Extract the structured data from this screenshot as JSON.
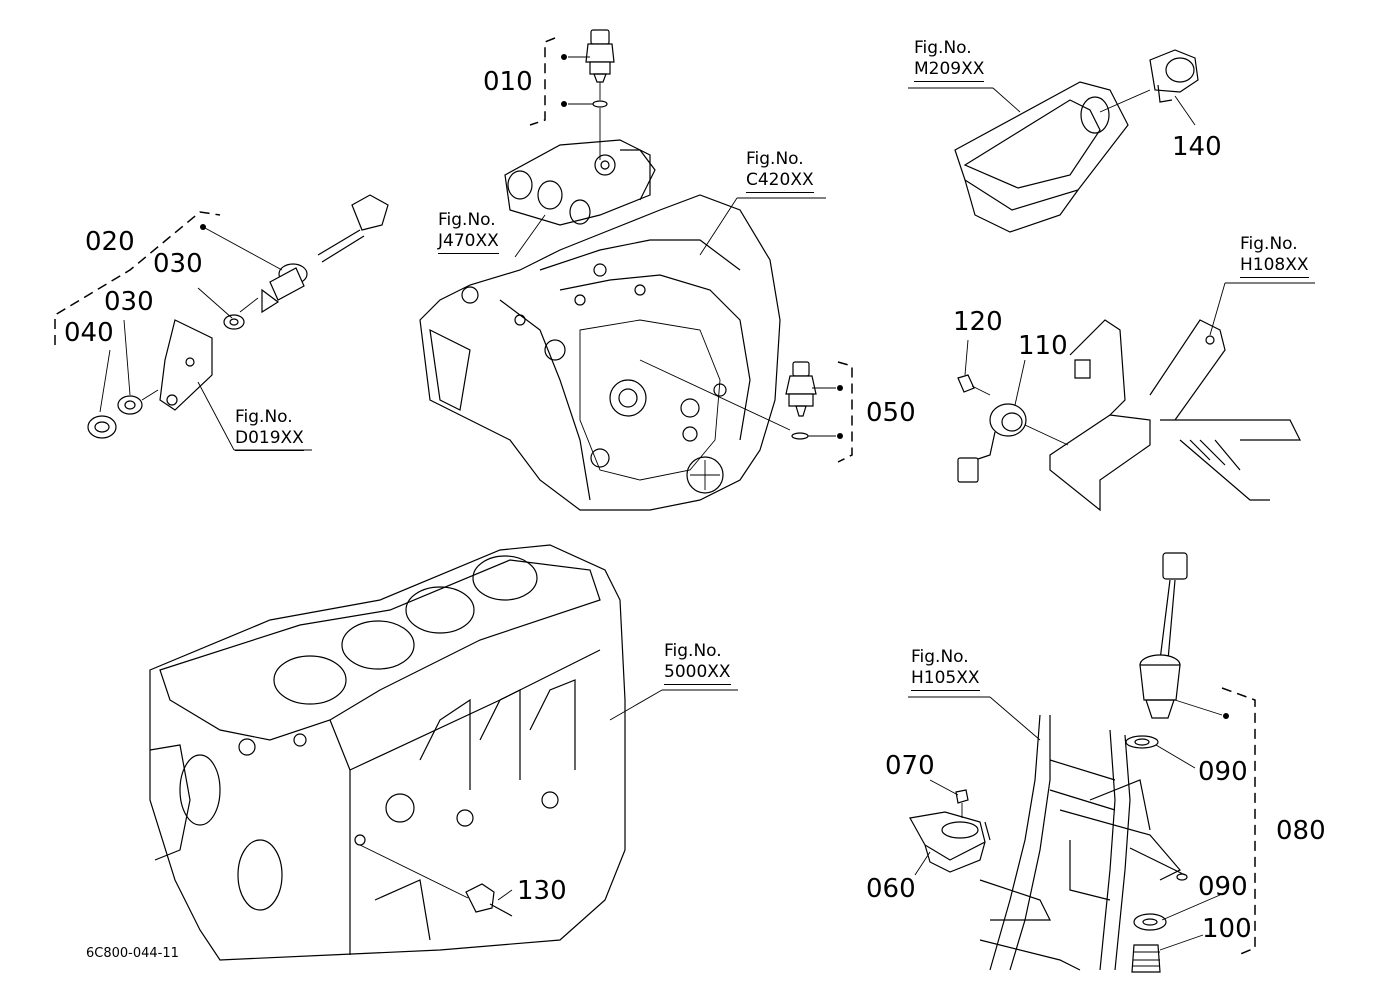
{
  "parts": [
    {
      "id": "p010",
      "text": "010"
    },
    {
      "id": "p020",
      "text": "020"
    },
    {
      "id": "p030a",
      "text": "030"
    },
    {
      "id": "p030b",
      "text": "030"
    },
    {
      "id": "p040",
      "text": "040"
    },
    {
      "id": "p050",
      "text": "050"
    },
    {
      "id": "p060",
      "text": "060"
    },
    {
      "id": "p070",
      "text": "070"
    },
    {
      "id": "p080",
      "text": "080"
    },
    {
      "id": "p090a",
      "text": "090"
    },
    {
      "id": "p090b",
      "text": "090"
    },
    {
      "id": "p100",
      "text": "100"
    },
    {
      "id": "p110",
      "text": "110"
    },
    {
      "id": "p120",
      "text": "120"
    },
    {
      "id": "p130",
      "text": "130"
    },
    {
      "id": "p140",
      "text": "140"
    }
  ],
  "figure_refs": [
    {
      "id": "fM209",
      "label": "Fig.No.",
      "ref": "M209XX"
    },
    {
      "id": "fC420",
      "label": "Fig.No.",
      "ref": "C420XX"
    },
    {
      "id": "fJ470",
      "label": "Fig.No.",
      "ref": "J470XX"
    },
    {
      "id": "fD019",
      "label": "Fig.No.",
      "ref": "D019XX"
    },
    {
      "id": "fH108",
      "label": "Fig.No.",
      "ref": "H108XX"
    },
    {
      "id": "f5000",
      "label": "Fig.No.",
      "ref": "5000XX"
    },
    {
      "id": "fH105",
      "label": "Fig.No.",
      "ref": "H105XX"
    }
  ],
  "document_number": "6C800-044-11"
}
